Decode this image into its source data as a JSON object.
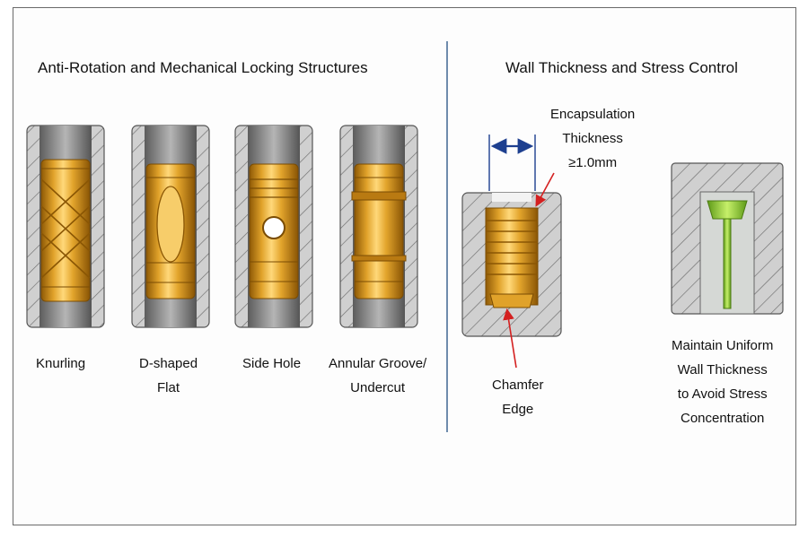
{
  "left_section": {
    "title": "Anti-Rotation and Mechanical Locking Structures",
    "items": [
      {
        "line1": "Knurling",
        "line2": ""
      },
      {
        "line1": "D-shaped",
        "line2": "Flat"
      },
      {
        "line1": "Side Hole",
        "line2": ""
      },
      {
        "line1": "Annular Groove/",
        "line2": "Undercut"
      }
    ]
  },
  "right_section": {
    "title": "Wall Thickness and Stress Control",
    "encapsulation": {
      "line1": "Encapsulation",
      "line2": "Thickness",
      "line3": "≥1.0mm"
    },
    "chamfer": {
      "line1": "Chamfer",
      "line2": "Edge"
    },
    "uniform": {
      "line1": "Maintain Uniform",
      "line2": "Wall Thickness",
      "line3": "to Avoid Stress",
      "line4": "Concentration"
    }
  },
  "colors": {
    "brass_light": "#f3c45a",
    "brass_mid": "#d89a1c",
    "brass_dark": "#9a6308",
    "housing": "#c9c9c9",
    "hatch": "#7a7a7a",
    "arrow_red": "#d42020",
    "dimension_blue": "#1d3f8f",
    "green_pin": "#9fd63a"
  }
}
